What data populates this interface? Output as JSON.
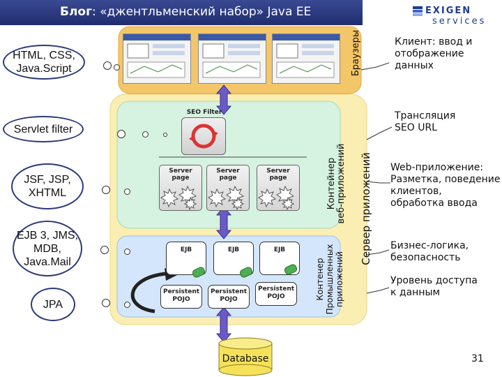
{
  "title": {
    "bold": "Блог",
    "rest": ": «джентльменский набор» Java EE"
  },
  "logo": {
    "top": "EXIGEN",
    "bottom": "services"
  },
  "left_bubbles": [
    "HTML, CSS,\nJava.Script",
    "Servlet filter",
    "JSF, JSP,\nXHTML",
    "EJB 3, JMS,\nMDB,\nJava.Mail",
    "JPA"
  ],
  "containers": {
    "browsers": "Браузеры",
    "web_container": "Контейнер\nвеб-приложений",
    "app_server": "Сервер приложений",
    "ejb_container": "Контенер\nПромышленных\nприложений"
  },
  "seo_filter": "SEO Filter",
  "server_pages": [
    "Server\npage",
    "Server\npage",
    "Server\npage"
  ],
  "ejbs": [
    "EJB",
    "EJB",
    "EJB"
  ],
  "pojos": [
    "Persistent\nPOJO",
    "Persistent\nPOJO",
    "Persistent\nPOJO"
  ],
  "database": "Database",
  "notes": [
    "Клиент: ввод и\nотображение\nданных",
    "Трансляция\nSEO URL",
    "Web-приложение:\nРазметка, поведение\nклиентов,\nобработка ввода",
    "Бизнес-логика,\nбезопасность",
    "Уровень доступа\nк данным"
  ],
  "page_number": "31",
  "colors": {
    "title_bar": "#2a3a85",
    "app_server": "#fbeeb2",
    "browsers": "#f4c66a",
    "web": "#d6f2e0",
    "ejb": "#d4e6fb",
    "db": "#f6e25a"
  }
}
